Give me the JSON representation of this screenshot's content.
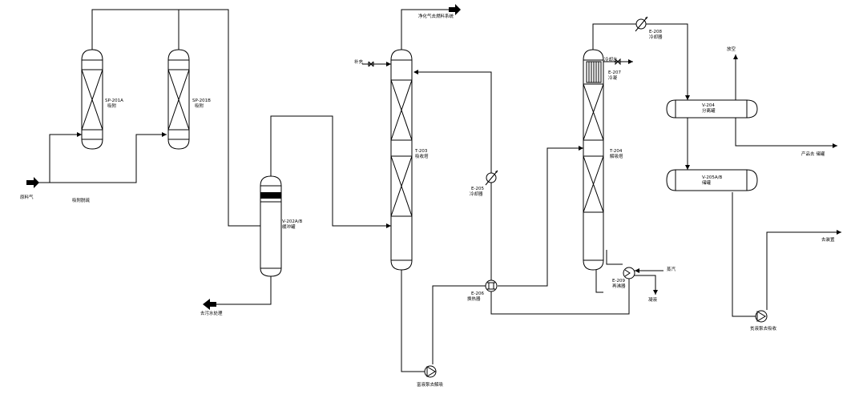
{
  "diagram": {
    "equipment": {
      "sp201a": {
        "tag": "SP-201A",
        "name": "吸附"
      },
      "sp201b": {
        "tag": "SP-201B",
        "name": "吸附"
      },
      "v202": {
        "tag": "V-202A/B",
        "name": "缓冲罐"
      },
      "t203": {
        "tag": "T-203",
        "name": "吸收塔"
      },
      "t204": {
        "tag": "T-204",
        "name": "解吸塔"
      },
      "e207": {
        "tag": "E-207",
        "name": "冷凝"
      },
      "e208": {
        "tag": "E-208",
        "name": "冷却器"
      },
      "e206": {
        "tag": "E-206",
        "name": "换热器"
      },
      "e205": {
        "tag": "E-205",
        "name": "冷却器"
      },
      "e209": {
        "tag": "E-209",
        "name": "再沸器"
      },
      "v204": {
        "tag": "V-204",
        "name": "分离罐"
      },
      "v205": {
        "tag": "V-205A/B",
        "name": "储罐"
      }
    },
    "streams": {
      "feed": "原料气",
      "adsorb_label": "吸附脱硫",
      "overhead_gas": "净化气去燃料系统",
      "makeup": "补充",
      "v202_bottom": "去污水处理",
      "cooling_water": "冷却水",
      "steam": "蒸汽",
      "condensate": "凝液",
      "vent": "放空",
      "product_to": "产品去 储罐",
      "out_right": "去装置",
      "pump1": "富液泵去解吸",
      "pump2": "贫液泵去吸收"
    }
  }
}
